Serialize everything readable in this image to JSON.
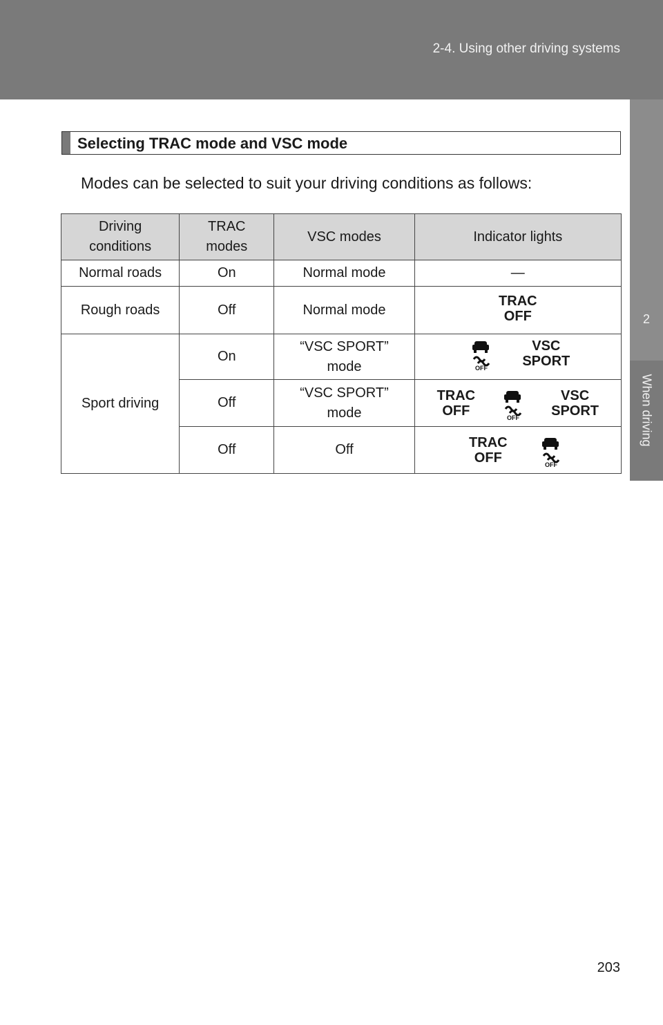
{
  "header": {
    "section_title": "2-4. Using other driving systems"
  },
  "side_tab": {
    "chapter_number": "2",
    "chapter_title": "When driving"
  },
  "section": {
    "heading": "Selecting TRAC mode and VSC mode",
    "intro": "Modes can be selected to suit your driving conditions as follows:"
  },
  "table": {
    "headers": {
      "driving_conditions": [
        "Driving",
        "conditions"
      ],
      "trac_modes": [
        "TRAC",
        "modes"
      ],
      "vsc_modes": "VSC modes",
      "indicator_lights": "Indicator lights"
    },
    "rows": [
      {
        "condition": "Normal roads",
        "trac": "On",
        "vsc": "Normal mode",
        "indicator": "—"
      },
      {
        "condition": "Rough roads",
        "trac": "Off",
        "vsc": "Normal mode"
      },
      {
        "condition": "Sport driving",
        "trac": "On",
        "vsc": [
          "“VSC SPORT”",
          "mode"
        ]
      },
      {
        "trac": "Off",
        "vsc": [
          "“VSC SPORT”",
          "mode"
        ]
      },
      {
        "trac": "Off",
        "vsc": "Off"
      }
    ],
    "lamps": {
      "trac_off": [
        "TRAC",
        "OFF"
      ],
      "vsc_sport": [
        "VSC",
        "SPORT"
      ],
      "skid_off_label": "OFF"
    }
  },
  "footer": {
    "page_number": "203"
  },
  "colors": {
    "band": "#7a7a7a",
    "table_header_bg": "#d6d6d6"
  },
  "icons": [
    "skid-control-off-icon"
  ]
}
